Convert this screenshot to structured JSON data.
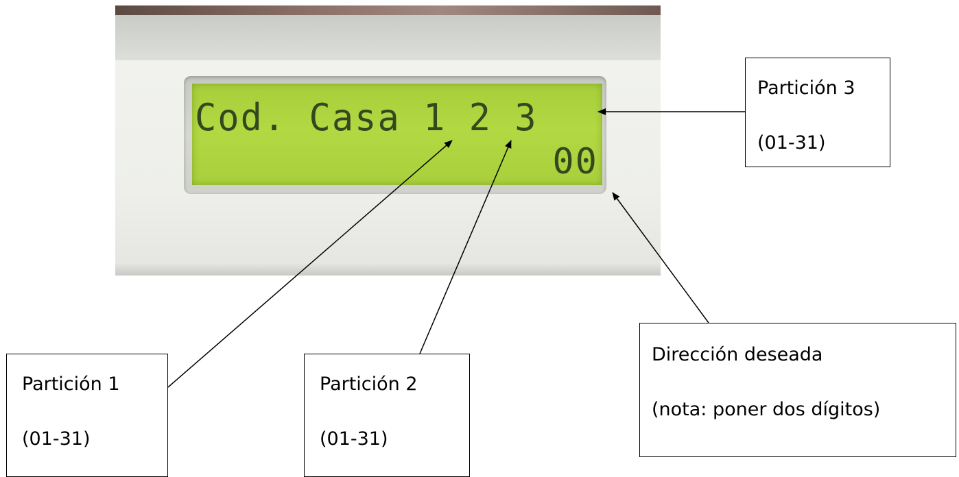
{
  "lcd": {
    "line1": "Cod. Casa 1 2 3",
    "line2": "00"
  },
  "callouts": {
    "particion3": {
      "title": "Partición 3",
      "range": "(01-31)"
    },
    "particion1": {
      "title": "Partición 1",
      "range": "(01-31)"
    },
    "particion2": {
      "title": "Partición 2",
      "range": "(01-31)"
    },
    "direccion": {
      "title": "Dirección deseada",
      "note": "(nota: poner dos dígitos)"
    }
  },
  "colors": {
    "lcd_background": "#b0d640",
    "lcd_text": "#35471e",
    "device_body": "#eceee8",
    "arrow": "#000000"
  }
}
